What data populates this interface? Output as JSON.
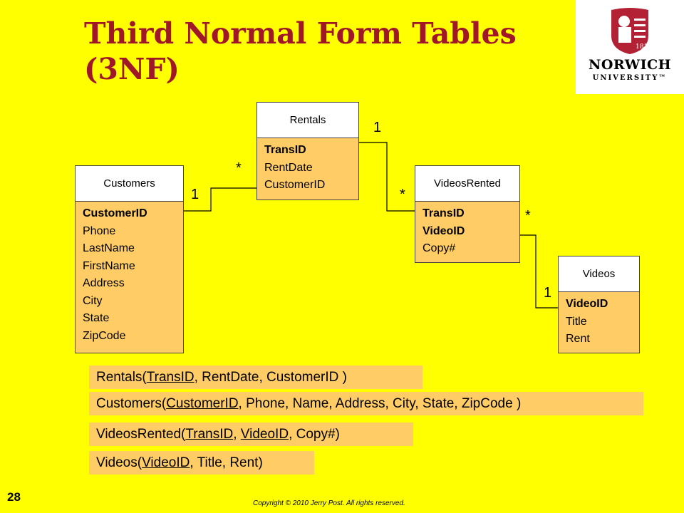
{
  "title": "Third Normal Form Tables (3NF)",
  "logo": {
    "name": "NORWICH",
    "sub": "UNIVERSITY™",
    "year": "1819",
    "colors": {
      "seal": "#B22234"
    }
  },
  "tables": {
    "rentals": {
      "name": "Rentals",
      "fields": [
        {
          "text": "TransID",
          "pk": true
        },
        {
          "text": "RentDate",
          "pk": false
        },
        {
          "text": "CustomerID",
          "pk": false
        }
      ]
    },
    "customers": {
      "name": "Customers",
      "fields": [
        {
          "text": "CustomerID",
          "pk": true
        },
        {
          "text": "Phone",
          "pk": false
        },
        {
          "text": "LastName",
          "pk": false
        },
        {
          "text": "FirstName",
          "pk": false
        },
        {
          "text": "Address",
          "pk": false
        },
        {
          "text": "City",
          "pk": false
        },
        {
          "text": "State",
          "pk": false
        },
        {
          "text": "ZipCode",
          "pk": false
        }
      ]
    },
    "videosrented": {
      "name": "VideosRented",
      "fields": [
        {
          "text": "TransID",
          "pk": true
        },
        {
          "text": "VideoID",
          "pk": true
        },
        {
          "text": "Copy#",
          "pk": false
        }
      ]
    },
    "videos": {
      "name": "Videos",
      "fields": [
        {
          "text": "VideoID",
          "pk": true
        },
        {
          "text": "Title",
          "pk": false
        },
        {
          "text": "Rent",
          "pk": false
        }
      ]
    }
  },
  "cardinality": {
    "rentals_customers_many": "*",
    "customers_rentals_one": "1",
    "rentals_videosrented_one": "1",
    "videosrented_rentals_many": "*",
    "videosrented_videos_many": "*",
    "videos_videosrented_one": "1"
  },
  "relations": [
    {
      "parts": [
        {
          "text": "Rentals(",
          "u": false
        },
        {
          "text": "TransID",
          "u": true
        },
        {
          "text": ", RentDate, CustomerID )",
          "u": false
        }
      ]
    },
    {
      "parts": [
        {
          "text": "Customers(",
          "u": false
        },
        {
          "text": "CustomerID",
          "u": true
        },
        {
          "text": ", Phone, Name, Address, City, State, ZipCode )",
          "u": false
        }
      ]
    },
    {
      "parts": [
        {
          "text": "VideosRented(",
          "u": false
        },
        {
          "text": "TransID",
          "u": true
        },
        {
          "text": ", ",
          "u": false
        },
        {
          "text": "VideoID",
          "u": true
        },
        {
          "text": ", Copy#)",
          "u": false
        }
      ]
    },
    {
      "parts": [
        {
          "text": "Videos(",
          "u": false
        },
        {
          "text": "VideoID",
          "u": true
        },
        {
          "text": ", Title, Rent)",
          "u": false
        }
      ]
    }
  ],
  "slide_number": "28",
  "copyright": "Copyright © 2010 Jerry Post.  All rights reserved."
}
